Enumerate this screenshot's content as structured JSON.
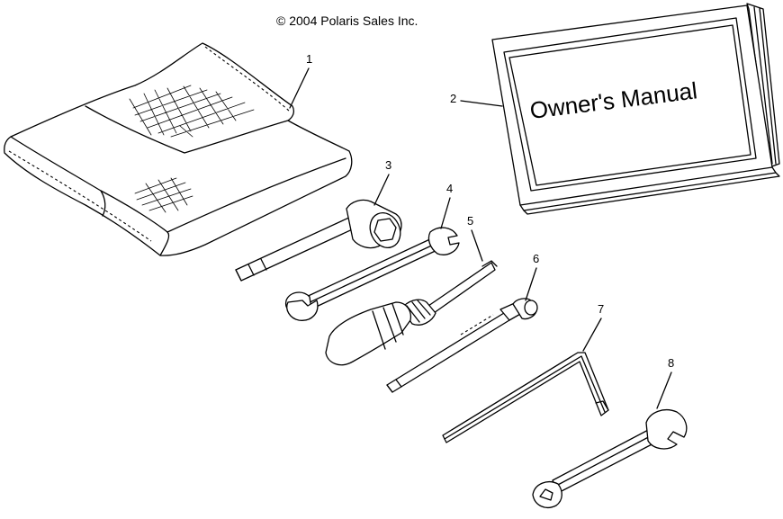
{
  "copyright": "© 2004 Polaris Sales Inc.",
  "manual_cover_text": "Owner's Manual",
  "callouts": [
    {
      "id": "1",
      "part": "tool-pouch"
    },
    {
      "id": "2",
      "part": "owners-manual"
    },
    {
      "id": "3",
      "part": "spark-plug-socket-wrench"
    },
    {
      "id": "4",
      "part": "open-end-wrench-small"
    },
    {
      "id": "5",
      "part": "screwdriver"
    },
    {
      "id": "6",
      "part": "socket-extension-bar"
    },
    {
      "id": "7",
      "part": "hex-l-key"
    },
    {
      "id": "8",
      "part": "open-end-wrench-large"
    }
  ],
  "colors": {
    "line": "#000000",
    "background": "#ffffff"
  }
}
